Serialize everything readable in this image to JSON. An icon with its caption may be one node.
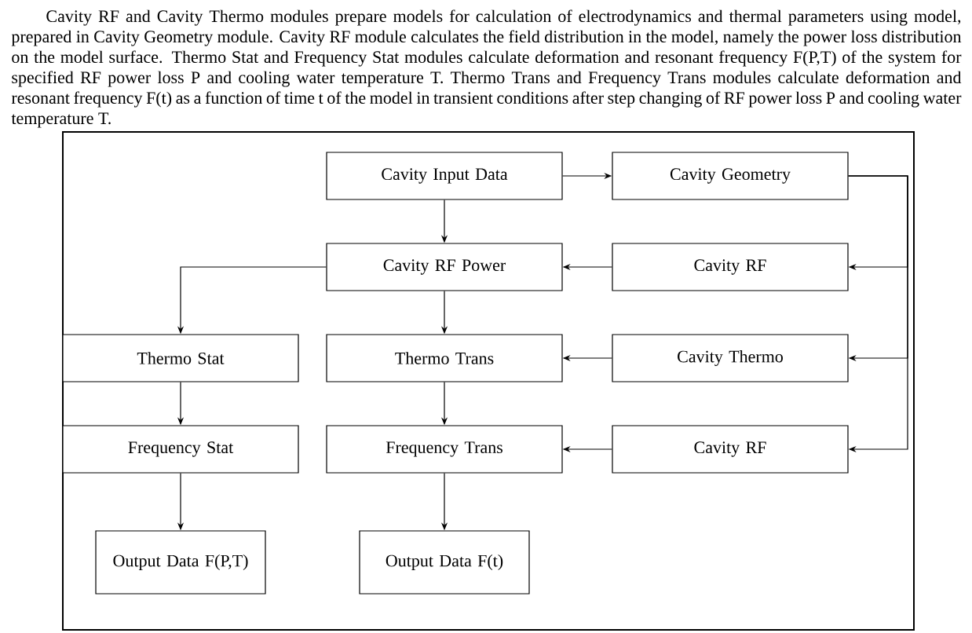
{
  "diagram": {
    "nodes": [
      {
        "text": [
          "Cavity Input Data"
        ]
      },
      {
        "text": [
          "Cavity Geometry"
        ]
      },
      {
        "text": [
          "Cavity RF Power"
        ]
      },
      {
        "text": [
          "Cavity RF"
        ]
      },
      {
        "text": [
          "Thermo Stat"
        ]
      },
      {
        "text": [
          "Thermo Trans"
        ]
      },
      {
        "text": [
          "Cavity Thermo"
        ]
      },
      {
        "text": [
          "Frequency Stat"
        ]
      },
      {
        "text": [
          "Frequency Trans"
        ]
      },
      {
        "text": [
          "Cavity RF"
        ]
      },
      {
        "text": [
          "Output Data F(P,T)"
        ]
      },
      {
        "text": [
          "Output Data F(t)"
        ]
      }
    ],
    "edges": [
      {
        "from": 0,
        "to": 1,
        "arrow": "to"
      },
      {
        "from": 0,
        "to": 2,
        "arrow": "to"
      },
      {
        "from": 1,
        "to": 3,
        "arrow": "to"
      },
      {
        "from": 1,
        "to": 6,
        "arrow": "to"
      },
      {
        "from": 1,
        "to": 9,
        "arrow": "to"
      },
      {
        "from": 3,
        "to": 2,
        "arrow": "to"
      },
      {
        "from": 2,
        "to": 4,
        "arrow": "to"
      },
      {
        "from": 2,
        "to": 5,
        "arrow": "to"
      },
      {
        "from": 6,
        "to": 5,
        "arrow": "to"
      },
      {
        "from": 4,
        "to": 7,
        "arrow": "to"
      },
      {
        "from": 5,
        "to": 8,
        "arrow": "to"
      },
      {
        "from": 9,
        "to": 8,
        "arrow": "to"
      },
      {
        "from": 7,
        "to": 10,
        "arrow": "to"
      },
      {
        "from": 8,
        "to": 11,
        "arrow": "to"
      }
    ],
    "labels": [
      "Cavity RF and Cavity Thermo modules prepare models for calculation of electrodynamics and thermal parameters using model, prepared in Cavity Geometry module. Cavity RF module calculates the field distribution in the model, namely the power loss distribution on the model surface. Thermo Stat and Frequency Stat modules calculate deformation and resonant frequency F(P,T) of the system for specified RF power loss P and cooling water temperature T. Thermo Trans and Frequency Trans modules calculate deformation and resonant frequency F(t) as a function of time t of the model in transient conditions after step changing of RF power loss P and cooling water temperature T."
    ]
  }
}
